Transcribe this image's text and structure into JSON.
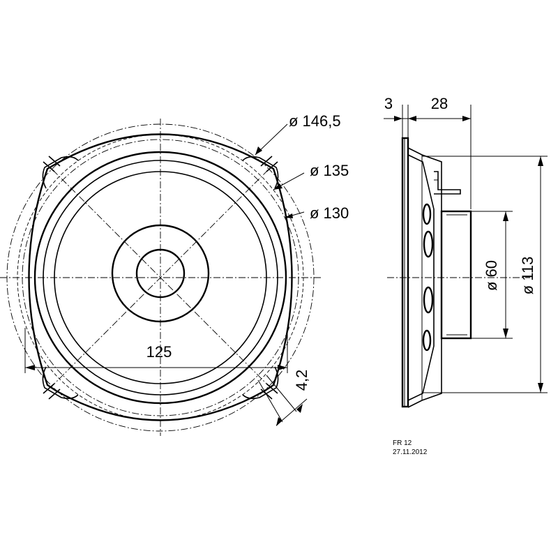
{
  "front_view": {
    "dim_outer": "ø 146,5",
    "dim_middle": "ø 135",
    "dim_inner": "ø 130",
    "dim_hole_spacing": "125",
    "dim_hole_width": "4,2"
  },
  "side_view": {
    "dim_flange": "3",
    "dim_depth": "28",
    "dim_magnet": "ø 60",
    "dim_cutout": "ø 113"
  },
  "caption": {
    "model": "FR 12",
    "date": "27.11.2012"
  }
}
